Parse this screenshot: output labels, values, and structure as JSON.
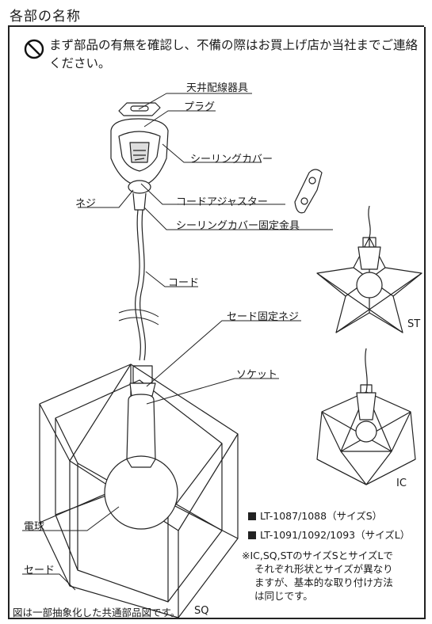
{
  "header": {
    "title": "各部の名称"
  },
  "warning": {
    "text": "まず部品の有無を確認し、不備の際はお買上げ店か当社までご連絡ください。",
    "icon": "prohibited-icon"
  },
  "labels": {
    "ceiling_fixture": "天井配線器具",
    "plug": "プラグ",
    "ceiling_cover": "シーリングカバー",
    "cord_adjuster": "コードアジャスター",
    "screw": "ネジ",
    "cover_bracket": "シーリングカバー固定金具",
    "cord": "コード",
    "shade_screw": "セード固定ネジ",
    "socket": "ソケット",
    "bulb": "電球",
    "shade": "セード"
  },
  "models": {
    "st": "ST",
    "ic": "IC",
    "sq": "SQ"
  },
  "legend": [
    {
      "text": "LT-1087/1088（サイズS）"
    },
    {
      "text": "LT-1091/1092/1093（サイズL）"
    }
  ],
  "note": {
    "line1": "※IC,SQ,STのサイズSとサイズLで",
    "line2": "それぞれ形状とサイズが異なり",
    "line3": "ますが、基本的な取り付け方法",
    "line4": "は同じです。"
  },
  "footer": "図は一部抽象化した共通部品図です。"
}
